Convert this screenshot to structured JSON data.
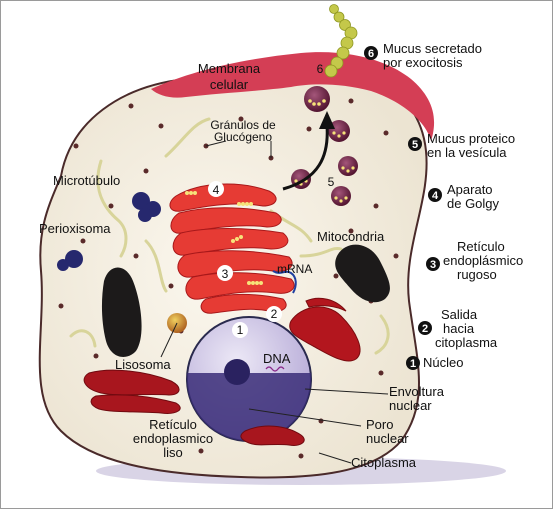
{
  "colors": {
    "cytoplasm": "#f4eee2",
    "membrane": "#d23a4f",
    "nucleus": "#c6bbe0",
    "chromatin": "#3a2d78",
    "er": "#b3161e",
    "golgi": "#e83a34",
    "vesicle": "#6d1a3e",
    "lysosome": "#c49a1e",
    "peroxisome": "#2a2a78",
    "mitochondria": "#1c1a1a"
  },
  "labels": {
    "membrana": [
      "Membrana",
      "celular"
    ],
    "granulos": [
      "Gránulos de",
      "Glucógeno"
    ],
    "microtubulo": "Microtúbulo",
    "perioxisoma": "Perioxisoma",
    "mitocondria": "Mitocondria",
    "mrna": "mRNA",
    "lisosoma": "Lisosoma",
    "dna": "DNA",
    "reticulo_liso": [
      "Retículo",
      "endoplasmico",
      "liso"
    ],
    "envoltura": [
      "Envoltura",
      "nuclear"
    ],
    "poro": [
      "Poro",
      "nuclear"
    ],
    "citoplasma": "Citoplasma"
  },
  "steps": [
    {
      "number": "6",
      "lines": [
        "Mucus secretado",
        "por exocitosis"
      ]
    },
    {
      "number": "5",
      "lines": [
        "Mucus proteico",
        "en la vesícula"
      ]
    },
    {
      "number": "4",
      "lines": [
        "Aparato",
        "de Golgy"
      ]
    },
    {
      "number": "3",
      "lines": [
        "Retículo",
        "endoplásmico",
        "rugoso"
      ]
    },
    {
      "number": "2",
      "lines": [
        "Salida",
        "hacia",
        "citoplasma"
      ]
    },
    {
      "number": "1",
      "lines": [
        "Núcleo"
      ]
    }
  ],
  "inline_numbers": [
    "1",
    "2",
    "3",
    "4",
    "5",
    "6"
  ]
}
